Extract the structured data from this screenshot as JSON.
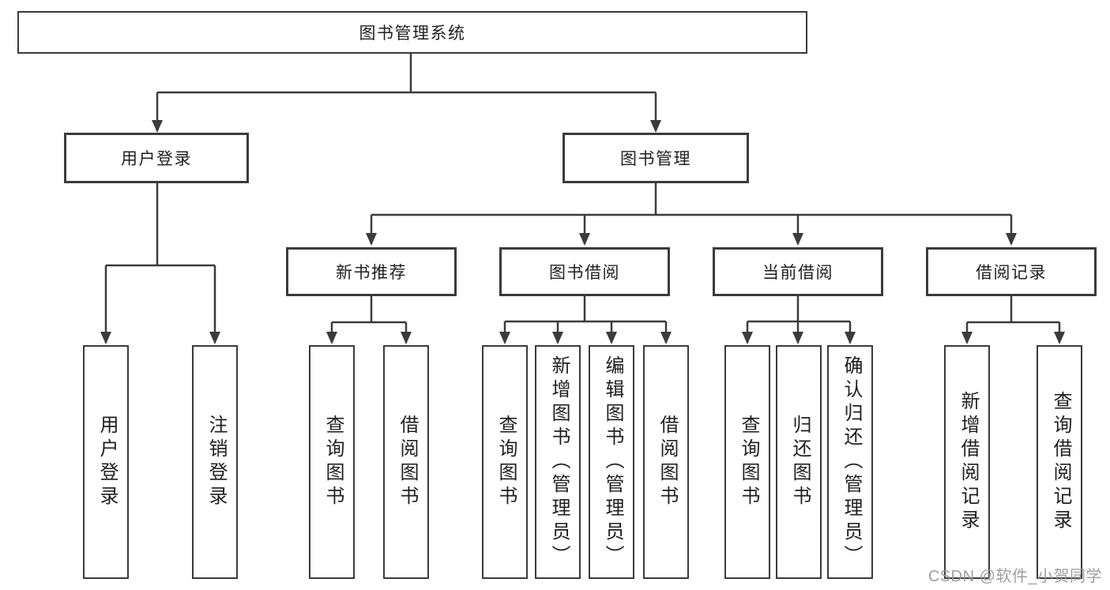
{
  "diagram": {
    "title": "图书管理系统",
    "type": "hierarchy-diagram",
    "colors": {
      "line": "#3b3b3c",
      "box_border": "#3b3b3c",
      "box_fill": "#ffffff",
      "text": "#1f1f1f",
      "background": "#ffffff",
      "watermark": "#989aa1"
    },
    "watermark": {
      "text": "CSDN @软件_小贺同学"
    },
    "tree": {
      "label": "图书管理系统",
      "children": [
        {
          "label": "用户登录",
          "children": [
            {
              "label": "用户登录"
            },
            {
              "label": "注销登录"
            }
          ]
        },
        {
          "label": "图书管理",
          "children": [
            {
              "label": "新书推荐",
              "children": [
                {
                  "label": "查询图书"
                },
                {
                  "label": "借阅图书"
                }
              ]
            },
            {
              "label": "图书借阅",
              "children": [
                {
                  "label": "查询图书"
                },
                {
                  "label": "新增图书（管理员）"
                },
                {
                  "label": "编辑图书（管理员）"
                },
                {
                  "label": "借阅图书"
                }
              ]
            },
            {
              "label": "当前借阅",
              "children": [
                {
                  "label": "查询图书"
                },
                {
                  "label": "归还图书"
                },
                {
                  "label": "确认归还（管理员）"
                }
              ]
            },
            {
              "label": "借阅记录",
              "children": [
                {
                  "label": "新增借阅记录"
                },
                {
                  "label": "查询借阅记录"
                }
              ]
            }
          ]
        }
      ]
    }
  }
}
